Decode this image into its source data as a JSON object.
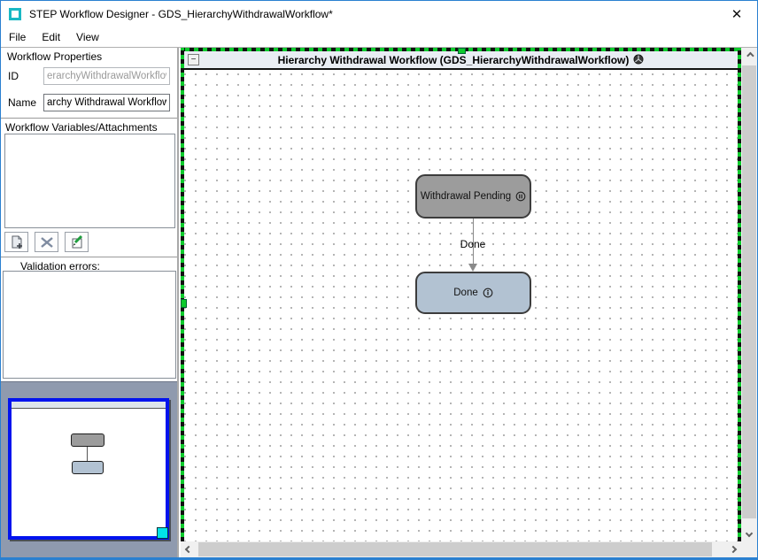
{
  "window": {
    "title": "STEP Workflow Designer - GDS_HierarchyWithdrawalWorkflow*",
    "close_glyph": "✕"
  },
  "menu": {
    "items": [
      {
        "label": "File"
      },
      {
        "label": "Edit"
      },
      {
        "label": "View"
      }
    ]
  },
  "sidebar": {
    "properties_header": "Workflow Properties",
    "id_label": "ID",
    "id_value": "erarchyWithdrawalWorkflow",
    "name_label": "Name",
    "name_value": "archy Withdrawal Workflow",
    "variables_header": "Workflow Variables/Attachments",
    "validation_header": "Validation errors:",
    "buttons": [
      {
        "name": "add",
        "icon": "new-document-plus-icon"
      },
      {
        "name": "delete",
        "icon": "delete-x-icon"
      },
      {
        "name": "edit",
        "icon": "edit-pencil-icon"
      }
    ]
  },
  "canvas": {
    "header_title": "Hierarchy Withdrawal Workflow (GDS_HierarchyWithdrawalWorkflow)",
    "collapse_glyph": "−",
    "nodes": [
      {
        "label": "Withdrawal Pending",
        "type": "state",
        "fill": "#9c9c9c",
        "icon": "pause-circle-icon"
      },
      {
        "label": "Done",
        "type": "final-state",
        "fill": "#b2c2d2",
        "icon": "info-circle-icon"
      }
    ],
    "transition": {
      "label": "Done"
    }
  },
  "colors": {
    "window_border_blue": "#2a80d0",
    "selection_green": "#0ecb2d",
    "minimap_background": "#8f9aae",
    "viewport_border_blue": "#0213ee",
    "resize_handle_cyan": "#00e2e8",
    "node_gray": "#9c9c9c",
    "node_blue": "#b2c2d2",
    "canvas_header_bg": "#e9edf3"
  }
}
